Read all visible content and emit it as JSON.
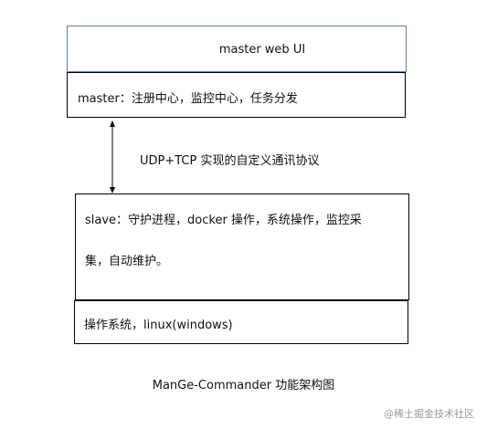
{
  "diagram": {
    "web_ui_label": "master web UI",
    "master_label": "master：注册中心，监控中心，任务分发",
    "protocol_label": "UDP+TCP  实现的自定义通讯协议",
    "slave_line1": "slave：守护进程，docker 操作，系统操作，监控采",
    "slave_line2": "集，自动维护。",
    "os_label": "操作系统，linux(windows)",
    "caption": "ManGe-Commander 功能架构图"
  },
  "watermark": "@稀土掘金技术社区"
}
